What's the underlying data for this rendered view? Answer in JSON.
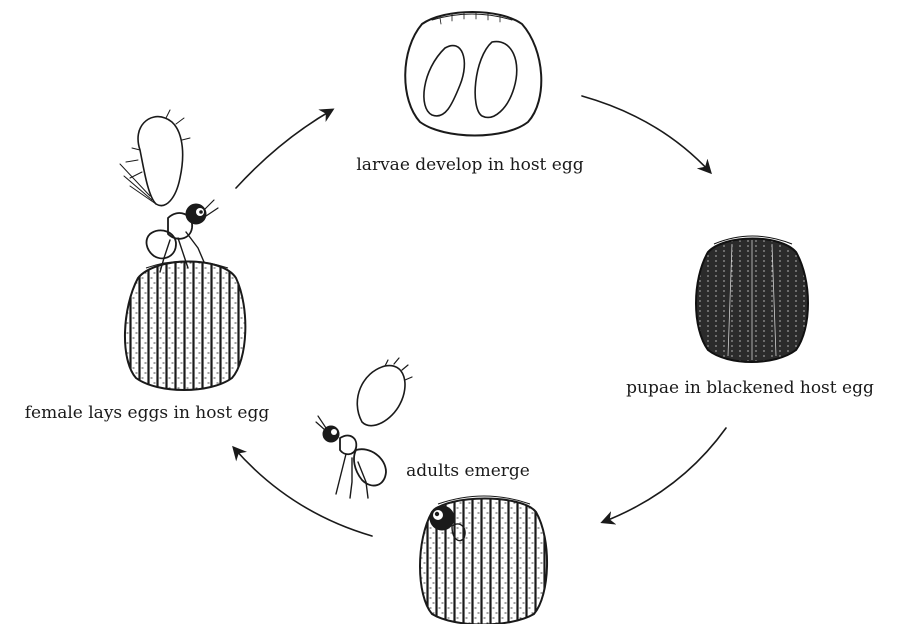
{
  "stages": [
    {
      "id": "larvae",
      "label": "larvae develop in host egg"
    },
    {
      "id": "pupae",
      "label": "pupae in blackened host egg"
    },
    {
      "id": "adults",
      "label": "adults emerge"
    },
    {
      "id": "female",
      "label": "female lays eggs in host egg"
    }
  ],
  "colors": {
    "ink": "#1a1a1a",
    "background": "#ffffff",
    "dark_egg": "#2b2b2b"
  },
  "icons": [
    "opened-host-egg-with-larvae",
    "blackened-host-egg",
    "egg-with-emerging-wasp",
    "flying-wasp",
    "wasp-on-host-egg"
  ]
}
